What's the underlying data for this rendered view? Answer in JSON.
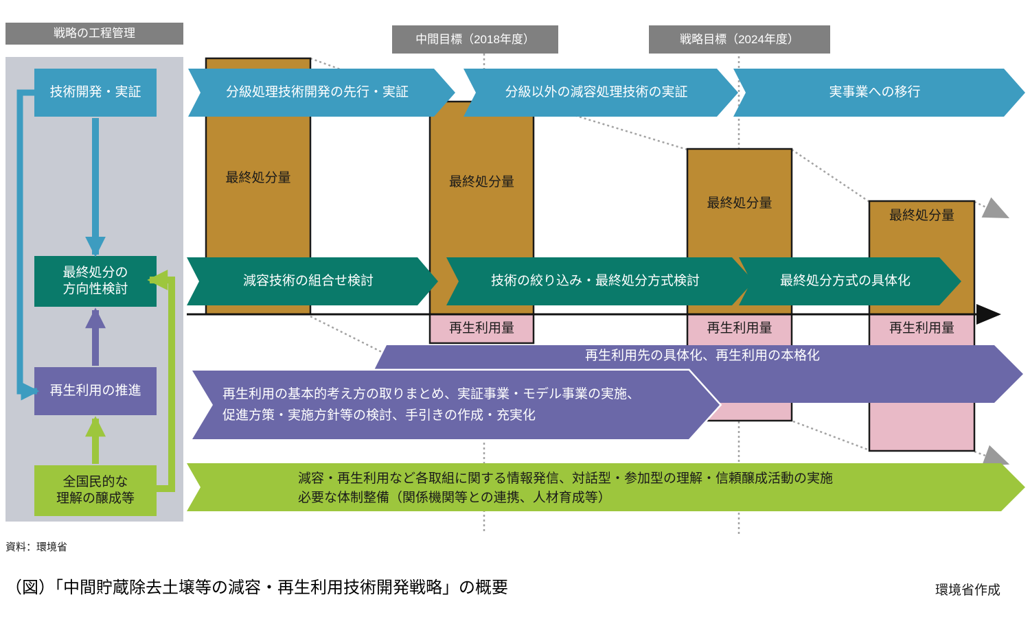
{
  "panel": {
    "header": "戦略の工程管理",
    "boxes": [
      {
        "label": "技術開発・実証"
      },
      {
        "label": "最終処分の\n方向性検討"
      },
      {
        "label": "再生利用の推進"
      },
      {
        "label": "全国民的な\n理解の醸成等"
      }
    ]
  },
  "milestones": [
    {
      "label": "中間目標（2018年度）"
    },
    {
      "label": "戦略目標（2024年度）"
    }
  ],
  "tech_row": [
    "分級処理技術開発の先行・実証",
    "分級以外の減容処理技術の実証",
    "実事業への移行"
  ],
  "disposal_row": [
    "減容技術の組合せ検討",
    "技術の絞り込み・最終処分方式検討",
    "最終処分方式の具体化"
  ],
  "volumes": {
    "final_disposal": "最終処分量",
    "recycle": "再生利用量"
  },
  "recycle_band": "再生利用先の具体化、再生利用の本格化",
  "recycle_arrow": "再生利用の基本的考え方の取りまとめ、実証事業・モデル事業の実施、\n促進方策・実施方針等の検討、手引きの作成・充実化",
  "public_arrow": "減容・再生利用など各取組に関する情報発信、対話型・参加型の理解・信頼醸成活動の実施\n必要な体制整備（関係機関等との連携、人材育成等）",
  "footer": {
    "source": "資料：環境省",
    "caption": "（図）「中間貯蔵除去土壌等の減容・再生利用技術開発戦略」の概要",
    "credit": "環境省作成"
  },
  "colors": {
    "blue": "#3d9cc0",
    "teal": "#0a7a6a",
    "purple": "#6b68a8",
    "green": "#9dc63d",
    "gold": "#bc8b33",
    "pink": "#e9bac7",
    "panel_bg": "#c8cbd3",
    "label_gray": "#808080"
  }
}
